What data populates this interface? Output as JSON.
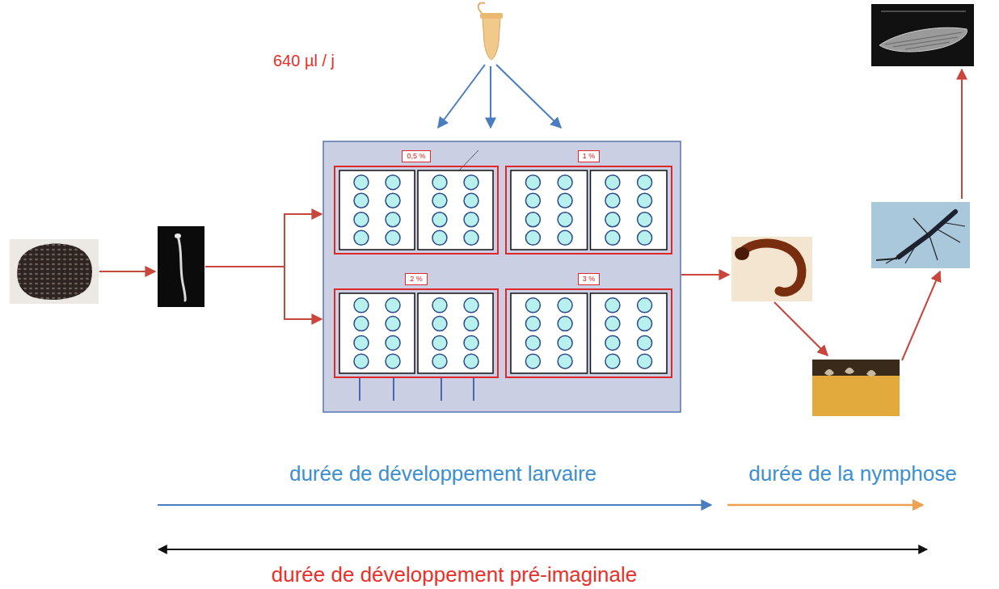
{
  "diagram": {
    "nodes": [
      {
        "text": [
          "0,5 %"
        ]
      },
      {
        "text": [
          "1 %"
        ]
      },
      {
        "text": [
          "2 %"
        ]
      },
      {
        "text": [
          "3 %"
        ]
      }
    ],
    "labels": [
      "640 µl / j",
      "durée de développement larvaire",
      "durée de la nymphose",
      "durée de développement pré-imaginale"
    ]
  }
}
